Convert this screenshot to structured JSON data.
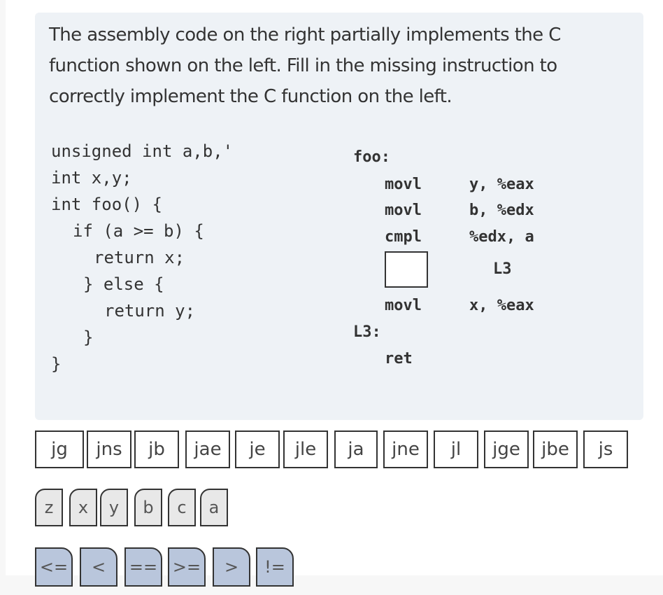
{
  "prompt": "The assembly code on the right partially implements the C function shown on the left. Fill in the missing instruction to correctly implement the C function on the left.",
  "c_code": [
    "unsigned int a,b,'",
    "int x,y;",
    "int foo() {",
    "if (a >= b) {",
    "return x;",
    "} else {",
    "return y;",
    "}",
    "}"
  ],
  "asm": {
    "label_foo": "foo:",
    "instructions": [
      {
        "op": "movl",
        "args": "y, %eax"
      },
      {
        "op": "movl",
        "args": "b, %edx"
      },
      {
        "op": "cmpl",
        "args": "%edx, a"
      }
    ],
    "blank_target": "L3",
    "after": {
      "op": "movl",
      "args": "x, %eax"
    },
    "label_l3": "L3:",
    "ret": "ret"
  },
  "jump_options": [
    "jg",
    "jns",
    "jb",
    "jae",
    "je",
    "jle",
    "ja",
    "jne",
    "jl",
    "jge",
    "jbe",
    "js"
  ],
  "variable_options": [
    "z",
    "x",
    "y",
    "b",
    "c",
    "a"
  ],
  "relation_options": [
    "<=",
    "<",
    "==",
    ">=",
    ">",
    "!="
  ]
}
